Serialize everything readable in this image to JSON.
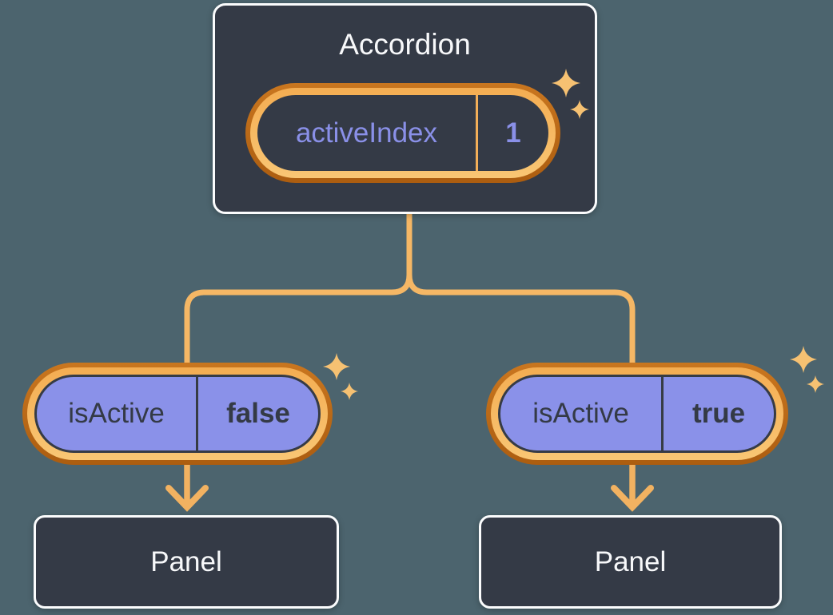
{
  "root_card": {
    "title": "Accordion",
    "state_name": "activeIndex",
    "state_value": "1"
  },
  "left_branch": {
    "state_name": "isActive",
    "state_value": "false",
    "panel_label": "Panel"
  },
  "right_branch": {
    "state_name": "isActive",
    "state_value": "true",
    "panel_label": "Panel"
  },
  "icons": {
    "sparkle": "four-point-star ✦"
  },
  "colors": {
    "background": "#4C646E",
    "card_background": "#343A46",
    "card_border": "#FBFCFD",
    "pill_fill_purple": "#8A91E9",
    "highlight_ring_outer": "#B5651A",
    "highlight_ring_inner": "#F7BB62",
    "connector_line": "#F5B765",
    "sparkle": "#F6C172",
    "text_light": "#F7F8FA",
    "text_purple": "#8A90E8",
    "text_dark": "#343A46"
  }
}
